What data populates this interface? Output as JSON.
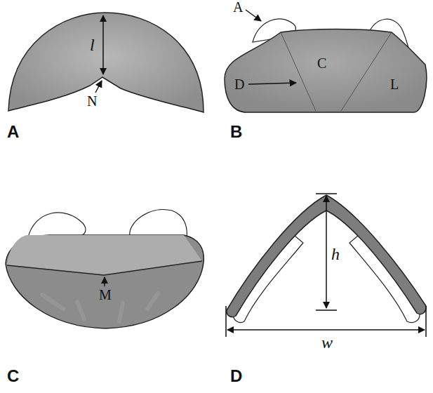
{
  "diagram": {
    "labels": [
      "l",
      "N",
      "A",
      "A",
      "C",
      "D",
      "L",
      "B",
      "M",
      "C",
      "h",
      "w",
      "D"
    ]
  }
}
